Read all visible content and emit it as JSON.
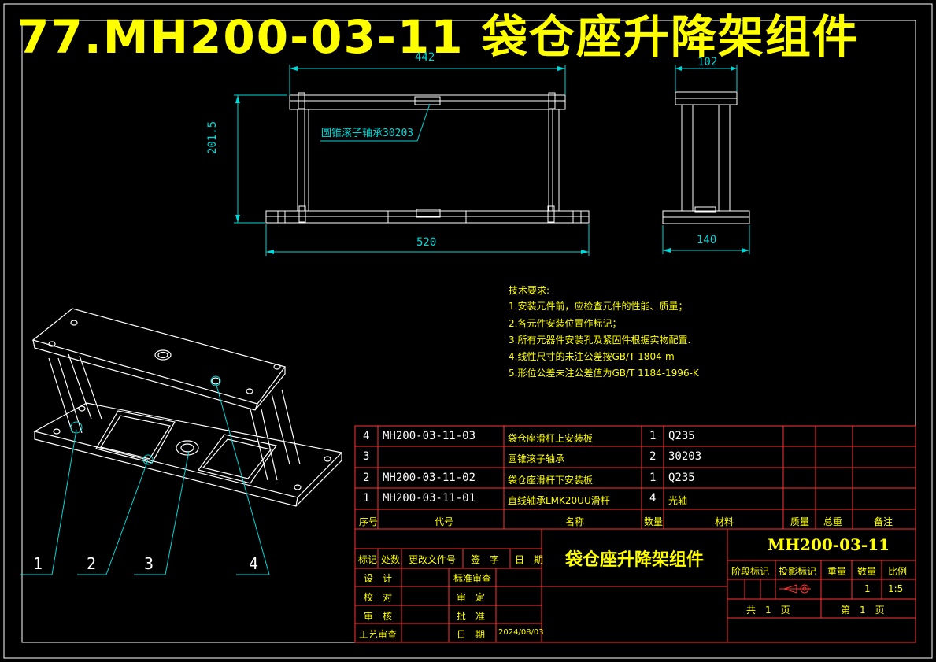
{
  "header": {
    "title": "77.MH200-03-11  袋仓座升降架组件"
  },
  "front_view": {
    "dim_top": "442",
    "dim_height": "201.5",
    "dim_bottom": "520",
    "bearing_label": "圆锥滚子轴承30203"
  },
  "side_view": {
    "dim_top": "102",
    "dim_bottom": "140"
  },
  "tech_requirements": {
    "title": "技术要求:",
    "items": [
      "1.安装元件前，应检查元件的性能、质量；",
      "2.各元件安装位置作标记；",
      "3.所有元器件安装孔及紧固件根据实物配置.",
      "4.线性尺寸的未注公差按GB/T 1804-m",
      "5.形位公差未注公差值为GB/T 1184-1996-K"
    ]
  },
  "callouts": [
    "1",
    "2",
    "3",
    "4"
  ],
  "bom": {
    "rows": [
      {
        "no": "4",
        "code": "MH200-03-11-03",
        "name": "袋仓座滑杆上安装板",
        "qty": "1",
        "material": "Q235"
      },
      {
        "no": "3",
        "code": "",
        "name": "圆锥滚子轴承",
        "qty": "2",
        "material": "30203"
      },
      {
        "no": "2",
        "code": "MH200-03-11-02",
        "name": "袋仓座滑杆下安装板",
        "qty": "1",
        "material": "Q235"
      },
      {
        "no": "1",
        "code": "MH200-03-11-01",
        "name": "直线轴承LMK20UU滑杆",
        "qty": "4",
        "material": "光轴"
      }
    ],
    "headers": {
      "no": "序号",
      "code": "代号",
      "name": "名称",
      "qty": "数量",
      "material": "材料",
      "unit_weight": "质量",
      "total_weight": "总重",
      "remarks": "备注"
    }
  },
  "title_block": {
    "rev_headers": [
      "标记",
      "处数",
      "更改文件号",
      "签　字",
      "日　期"
    ],
    "labels": {
      "design": "设　计",
      "standard": "标准审查",
      "check": "校　对",
      "review": "审　定",
      "audit": "审　核",
      "approve": "批　准",
      "process": "工艺审查",
      "date": "日　期"
    },
    "date_value": "2024/08/03",
    "part_name": "袋仓座升降架组件",
    "drawing_no": "MH200-03-11",
    "stage_label": "阶段标记",
    "projection_label": "投影标记",
    "weight_label": "重量",
    "quantity_label": "数量",
    "scale_label": "比例",
    "quantity_value": "1",
    "scale_value": "1:5",
    "sheets_total": "共　1　页",
    "sheet_no": "第　1　页"
  },
  "colors": {
    "background": "#000000",
    "outline": "#ffffff",
    "dimension": "#00d8d8",
    "text_yellow": "#ffff00",
    "text_green": "#00ff00",
    "table_border": "#ff3333"
  }
}
